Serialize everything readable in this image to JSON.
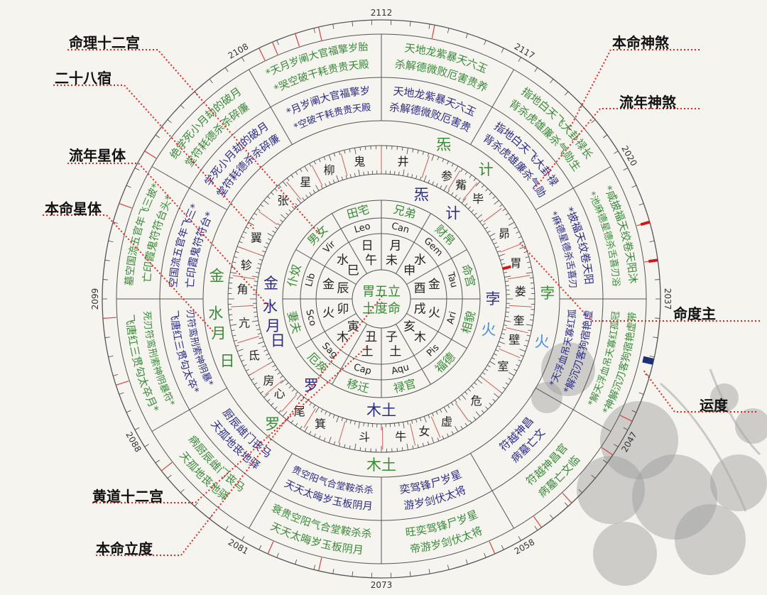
{
  "colors": {
    "natal": "#3a8a3a",
    "transit": "#2b2b86",
    "fire": "#4a8fe0",
    "ink": "#222222",
    "leader": "#e8231f",
    "marker": "#1e2f78"
  },
  "center": {
    "line1": "胃五立",
    "line2": "土度命"
  },
  "branches": [
    {
      "branch": "酉",
      "planet": "金"
    },
    {
      "branch": "申",
      "planet": "水"
    },
    {
      "branch": "未",
      "planet": "月"
    },
    {
      "branch": "午",
      "planet": "日"
    },
    {
      "branch": "巳",
      "planet": "水"
    },
    {
      "branch": "辰",
      "planet": "金"
    },
    {
      "branch": "卯",
      "planet": "火"
    },
    {
      "branch": "寅",
      "planet": "木"
    },
    {
      "branch": "丑",
      "planet": "土"
    },
    {
      "branch": "子",
      "planet": "土"
    },
    {
      "branch": "亥",
      "planet": "木"
    },
    {
      "branch": "戌",
      "planet": "火"
    }
  ],
  "zodiac": [
    "Tau",
    "Gem",
    "Can",
    "Leo",
    "Vir",
    "Lib",
    "Sco",
    "Sag",
    "Cap",
    "Aqu",
    "Pis",
    "Ari"
  ],
  "palaces": [
    "命宫",
    "财帛",
    "兄弟",
    "田宅",
    "男女",
    "仆奴",
    "妻夫",
    "厄疾",
    "移迁",
    "禄官",
    "福德",
    "相貌"
  ],
  "mansions": [
    "井",
    "鬼",
    "柳",
    "星",
    "张",
    "翼",
    "轸",
    "角",
    "亢",
    "氐",
    "房",
    "心",
    "尾",
    "箕",
    "斗",
    "牛",
    "女",
    "虚",
    "危",
    "室",
    "壁",
    "奎",
    "娄",
    "胃",
    "昴",
    "毕",
    "觜",
    "参"
  ],
  "transit_planets": [
    "炁",
    "计",
    "孛",
    "火",
    "木土",
    "罗",
    "金",
    "水",
    "月",
    "日"
  ],
  "natal_planets": [
    "炁",
    "计",
    "孛",
    "火",
    "木土",
    "罗",
    "金",
    "水",
    "月",
    "日"
  ],
  "transit_shensha": [
    {
      "row1": "*披福天纹卷天阳",
      "row2": "*麻德星德杀舌喜刃"
    },
    {
      "row1": "指地白天飞大卦禄",
      "row2": "背杀虎雄廉杀气勋"
    },
    {
      "row1": "天地龙紫暴天六玉",
      "row2": "杀解德微败厄害贵"
    },
    {
      "row1": "*月岁阐大官福擎岁",
      "row2": "*空破干耗贵贵天殿"
    },
    {
      "row1": "学死小月劫的破月",
      "row2": "堂符耗德杀杀碎廉"
    },
    {
      "row1": "空国流五官年飞三*",
      "row2": "亡印霞鬼符符台*"
    },
    {
      "row1": "刃符鸾刑索神阴暴*",
      "row2": "飞唐红三贯勾太卒*"
    },
    {
      "row1": "厨辰雌门丧马",
      "row2": "天孤地丧地驿"
    },
    {
      "row1": "贵空阳气合堂鞍杀杀",
      "row2": "天天太晦岁玉板阴月"
    },
    {
      "row1": "奕驾锋尸岁星",
      "row2": "游岁剑伏太将"
    },
    {
      "row1": "符越神昌",
      "row2": "病墓亡文"
    },
    {
      "row1": "*天浮血吊天寡红孤",
      "row2": "*解沉刃客狗宿艳虚"
    }
  ],
  "natal_shensha": [
    {
      "row1": "*咸披福天绞卷天阳沐",
      "row2": "*池麻德星德杀舌喜刃浴"
    },
    {
      "row1": "指地白天飞大卦禄长",
      "row2": "背杀虎雄廉杀气勋生"
    },
    {
      "row1": "天地龙紫暴天六玉",
      "row2": "杀解德微败厄害贵养"
    },
    {
      "row1": "*天月岁阐大官福擎岁胎",
      "row2": "*哭空破干耗贵贵天殿"
    },
    {
      "row1": "绝学死小月劫的破月",
      "row2": "堂符耗德杀杀碎廉"
    },
    {
      "row1": "墓空国流五官年飞三披*",
      "row2": "亡印霞鬼符符台头*"
    },
    {
      "row1": "死刃符鸾刑索神阴暴符*",
      "row2": "飞唐红三贯勾太卒月*"
    },
    {
      "row1": "病厨辰雌门丧马",
      "row2": "天孤地丧地驿"
    },
    {
      "row1": "衰贵空阳气合堂鞍杀杀",
      "row2": "天天太晦岁玉板阴月"
    },
    {
      "row1": "旺奕驾锋尸岁星",
      "row2": "帝游岁剑伏太将"
    },
    {
      "row1": "符越神昌官",
      "row2": "病墓亡文临"
    },
    {
      "row1": "*解天浮血吊天寡红孤冠",
      "row2": "*神解沉刃客狗宿艳虚带"
    }
  ],
  "years": [
    "2037",
    "2020",
    "2117",
    "2112",
    "2108",
    "2099",
    "2088",
    "2081",
    "2073",
    "2058",
    "2047"
  ],
  "annotations": {
    "palaces12": "命理十二宫",
    "mansions28": "二十八宿",
    "transit_planets": "流年星体",
    "natal_planets": "本命星体",
    "zodiac12": "黄道十二宫",
    "natal_degree": "本命立度",
    "natal_shensha": "本命神煞",
    "transit_shensha": "流年神煞",
    "degree_lord": "命度主",
    "running_degree": "运度"
  }
}
